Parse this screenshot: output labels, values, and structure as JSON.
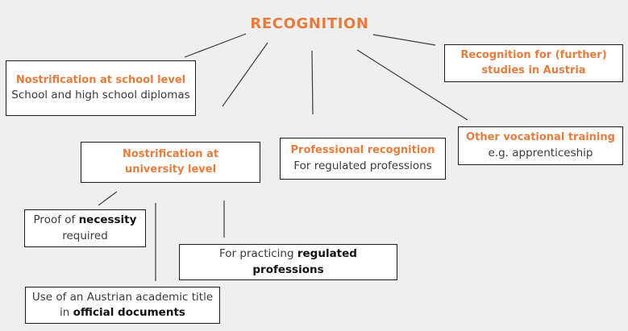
{
  "title": "RECOGNITION",
  "boxes": {
    "school": {
      "heading": "Nostrification at school level",
      "body": "School and high school diplomas"
    },
    "studies": {
      "heading": "Recognition for (further) studies in Austria"
    },
    "university": {
      "heading": "Nostrification at university level"
    },
    "professional": {
      "heading": "Professional recognition",
      "body": "For regulated professions"
    },
    "vocational": {
      "heading": "Other vocational training",
      "body": "e.g. apprenticeship"
    },
    "proof": {
      "pre": "Proof of ",
      "bold": "necessity",
      "post": " required"
    },
    "practicing": {
      "pre": "For practicing ",
      "bold": "regulated professions",
      "post": ""
    },
    "academic_title": {
      "pre": "Use of an Austrian academic title in ",
      "bold": "official documents",
      "post": ""
    }
  },
  "colors": {
    "accent_orange": "#e87c3d",
    "background": "#efefef",
    "box_background": "#ffffff",
    "box_border": "#1a1a1a",
    "connector": "#3a3a3a",
    "body_text": "#3a3a3a",
    "strong_text": "#121212"
  }
}
